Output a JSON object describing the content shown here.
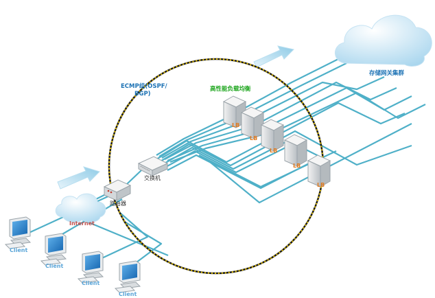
{
  "labels": {
    "ecmp": "ECMP组(OSPF/",
    "bgp": "BGP)",
    "lb_title": "高性能负载均衡",
    "storage": "存储网关集群",
    "switch": "交换机",
    "router": "路由器",
    "internet": "Internet"
  },
  "lb_nodes": [
    "LB",
    "LB",
    "LB",
    "LB",
    "LB"
  ],
  "clients": [
    "Client",
    "Client",
    "Client",
    "Client"
  ],
  "colors": {
    "link": "#4fb0c8",
    "ecmp_text": "#1e73b5",
    "lb_title_text": "#1fa61f",
    "lb_text": "#e07a1f",
    "client_text": "#5aa5d8",
    "internet_text": "#c0504d",
    "circle_stroke": "#1b1b1b",
    "circle_dash": "#e6c200"
  },
  "icons": {
    "cloud": "cloud-icon",
    "server": "server-icon",
    "switch": "switch-icon",
    "router": "router-icon",
    "client": "monitor-icon",
    "arrow": "flow-arrow-icon"
  }
}
